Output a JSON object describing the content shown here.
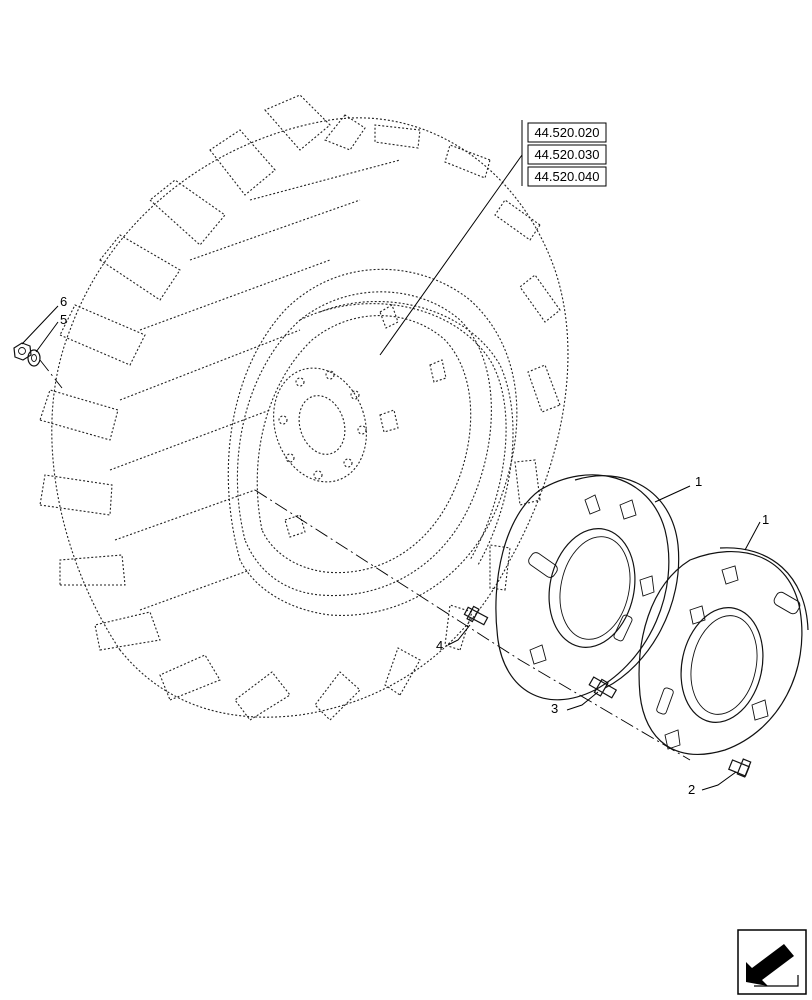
{
  "references": [
    "44.520.020",
    "44.520.030",
    "44.520.040"
  ],
  "callouts": {
    "c1a": "1",
    "c1b": "1",
    "c2": "2",
    "c3": "3",
    "c4": "4",
    "c5": "5",
    "c6": "6"
  },
  "icons": {
    "nav": "next-page-arrow-icon"
  }
}
